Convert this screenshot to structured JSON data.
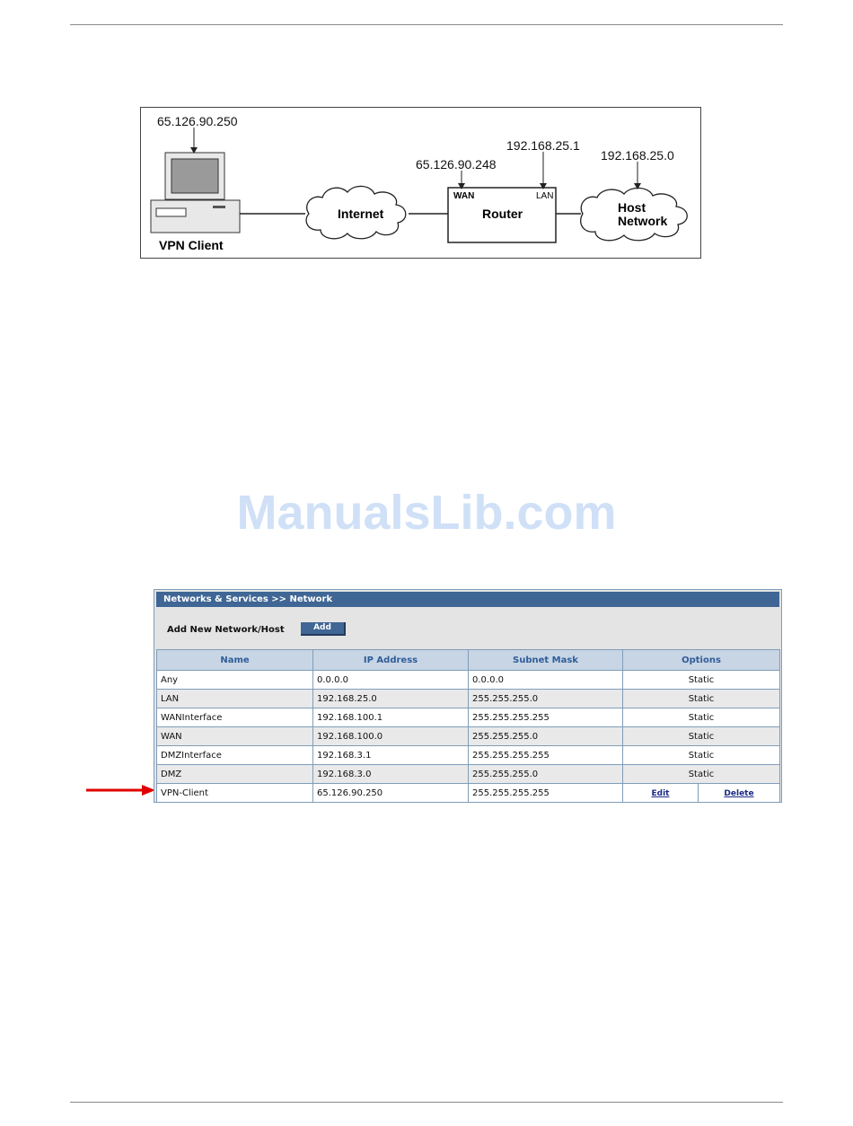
{
  "diagram": {
    "client_ip": "65.126.90.250",
    "client_label": "VPN Client",
    "internet_label": "Internet",
    "router_wan_ip": "65.126.90.248",
    "router_lan_ip": "192.168.25.1",
    "wan_label": "WAN",
    "lan_label": "LAN",
    "router_label": "Router",
    "host_network_ip": "192.168.25.0",
    "host_network_label_1": "Host",
    "host_network_label_2": "Network"
  },
  "watermark": "ManualsLib.com",
  "panel": {
    "breadcrumb": "Networks & Services >> Network",
    "add_label": "Add New Network/Host",
    "add_button": "Add",
    "columns": [
      "Name",
      "IP Address",
      "Subnet Mask",
      "Options"
    ],
    "rows": [
      {
        "name": "Any",
        "ip": "0.0.0.0",
        "mask": "0.0.0.0",
        "option": "Static"
      },
      {
        "name": "LAN",
        "ip": "192.168.25.0",
        "mask": "255.255.255.0",
        "option": "Static"
      },
      {
        "name": "WANInterface",
        "ip": "192.168.100.1",
        "mask": "255.255.255.255",
        "option": "Static"
      },
      {
        "name": "WAN",
        "ip": "192.168.100.0",
        "mask": "255.255.255.0",
        "option": "Static"
      },
      {
        "name": "DMZInterface",
        "ip": "192.168.3.1",
        "mask": "255.255.255.255",
        "option": "Static"
      },
      {
        "name": "DMZ",
        "ip": "192.168.3.0",
        "mask": "255.255.255.0",
        "option": "Static"
      },
      {
        "name": "VPN-Client",
        "ip": "65.126.90.250",
        "mask": "255.255.255.255",
        "edit": "Edit",
        "delete": "Delete"
      }
    ]
  },
  "colors": {
    "panel_header": "#3f6694",
    "column_header_text": "#2f5d98",
    "arrow": "#e00000",
    "watermark": "#cfe0f7"
  }
}
